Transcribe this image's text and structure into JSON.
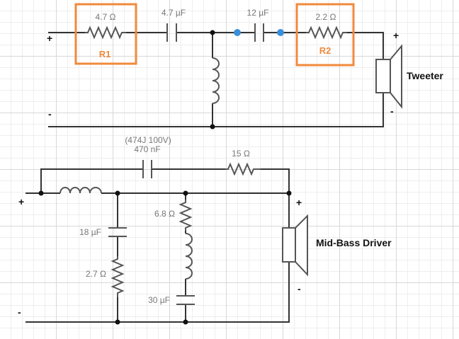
{
  "tweeter": {
    "r1_value": "4.7 Ω",
    "r1_tag": "R1",
    "c1_value": "4.7 µF",
    "c2_value": "12 µF",
    "r2_value": "2.2 Ω",
    "r2_tag": "R2",
    "speaker_label": "Tweeter",
    "input_plus": "+",
    "input_minus": "-",
    "speaker_plus": "+",
    "speaker_minus": "-"
  },
  "midbass": {
    "bypass_cap_part": "(474J 100V)",
    "bypass_cap_value": "470 nF",
    "bypass_res_value": "15 Ω",
    "shunt_res_value": "6.8 Ω",
    "shunt_cap1_value": "18 µF",
    "shunt_res2_value": "2.7 Ω",
    "shunt_cap2_value": "30 µF",
    "speaker_label": "Mid-Bass Driver",
    "input_plus": "+",
    "input_minus": "-",
    "speaker_plus": "+",
    "speaker_minus": "-"
  },
  "colors": {
    "highlight": "#f08a3c",
    "junction": "#111111",
    "test_point": "#3a8fd9",
    "wire": "#333333"
  }
}
